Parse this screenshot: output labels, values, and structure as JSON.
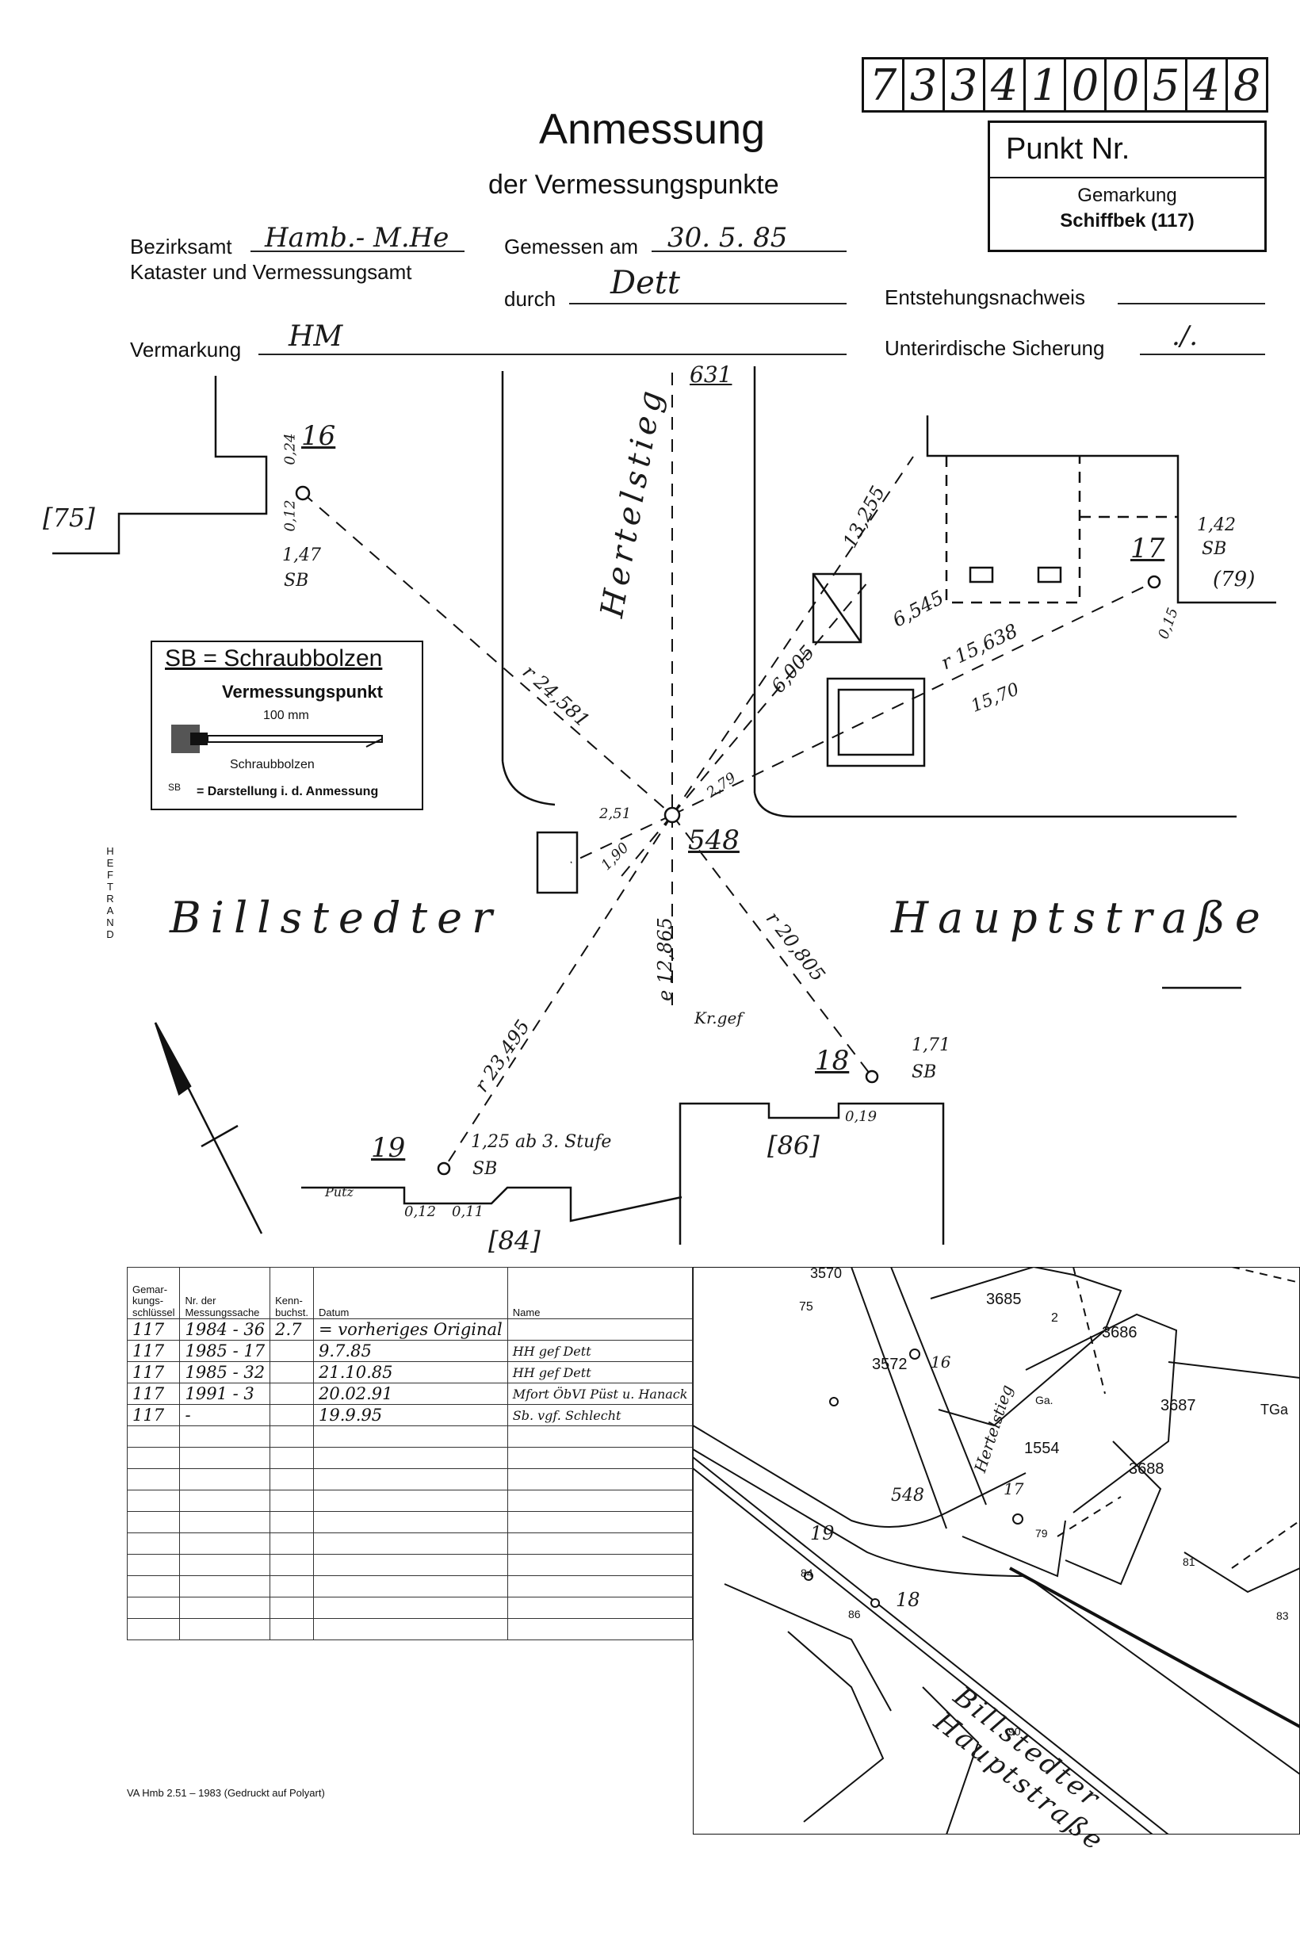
{
  "point_number_digits": [
    "7",
    "3",
    "3",
    "4",
    "1",
    "0",
    "0",
    "5",
    "4",
    "8"
  ],
  "header": {
    "title": "Anmessung",
    "subtitle": "der Vermessungspunkte",
    "punkt_nr_label": "Punkt Nr.",
    "gemarkung_label": "Gemarkung",
    "gemarkung_value": "Schiffbek (117)"
  },
  "form": {
    "bezirksamt_label": "Bezirksamt",
    "bezirksamt_value": "Hamb.- M.He",
    "kataster_label": "Kataster und Vermessungsamt",
    "gemessen_label": "Gemessen am",
    "gemessen_value": "30. 5. 85",
    "durch_label": "durch",
    "durch_value": "Dett",
    "entstehung_label": "Entstehungsnachweis",
    "vermarkung_label": "Vermarkung",
    "vermarkung_value": "HM",
    "unterirdisch_label": "Unterirdische Sicherung",
    "unterirdisch_value": "./."
  },
  "legend": {
    "title": "SB = Schraubbolzen",
    "subtitle": "Vermessungspunkt",
    "size": "100 mm",
    "bolt_label": "Schraubbolzen",
    "note": "= Darstellung i. d. Anmessung",
    "sb_mark": "SB"
  },
  "sketch": {
    "street1": "Billstedter",
    "street2": "Hauptstraße",
    "side_street": "Hertelstieg",
    "heftrand": "HEFTRAND",
    "labels": {
      "p16": "16",
      "p17": "17",
      "p18": "18",
      "p19": "19",
      "p548": "548",
      "b75": "[75]",
      "b79": "(79)",
      "b84": "[84]",
      "b86": "[86]",
      "b631": "631",
      "m_024": "0,24",
      "m_012a": "0,12",
      "m_147": "1,47",
      "sb16": "SB",
      "m_142": "1,42",
      "sb17": "SB",
      "m_015": "0,15",
      "m_13255": "13,255",
      "m_6545": "6,545",
      "m_6005": "6,005",
      "m_15638": "r 15,638",
      "m_1570": "15,70",
      "m_24581": "r 24,581",
      "m_251": "2,51",
      "m_190": "1,90",
      "m_279": "2,79",
      "m_12865": "e 12,865",
      "m_20805": "r 20,805",
      "m_23495": "r 23,495",
      "krgef": "Kr.gef",
      "m_171": "1,71",
      "sb18": "SB",
      "m_019": "0,19",
      "m_125": "1,25 ab 3. Stufe",
      "sb19": "SB",
      "m_012b": "0,12",
      "m_011": "0,11",
      "putz": "Putz"
    }
  },
  "history_table": {
    "headers": [
      "Gemar-\nkungs-\nschlüssel",
      "Nr. der\nMessungssache",
      "Kenn-\nbuchst.",
      "Datum",
      "Name"
    ],
    "rows": [
      [
        "117",
        "1984 - 36",
        "2.7",
        "= vorheriges Original",
        ""
      ],
      [
        "117",
        "1985 - 17",
        "",
        "9.7.85",
        "HH gef Dett"
      ],
      [
        "117",
        "1985 - 32",
        "",
        "21.10.85",
        "HH gef Dett"
      ],
      [
        "117",
        "1991 - 3",
        "",
        "20.02.91",
        "Mfort ÖbVI Püst u. Hanack"
      ],
      [
        "117",
        "-",
        "",
        "19.9.95",
        "Sb. vgf. Schlecht"
      ],
      [
        "",
        "",
        "",
        "",
        ""
      ],
      [
        "",
        "",
        "",
        "",
        ""
      ],
      [
        "",
        "",
        "",
        "",
        ""
      ],
      [
        "",
        "",
        "",
        "",
        ""
      ],
      [
        "",
        "",
        "",
        "",
        ""
      ],
      [
        "",
        "",
        "",
        "",
        ""
      ],
      [
        "",
        "",
        "",
        "",
        ""
      ],
      [
        "",
        "",
        "",
        "",
        ""
      ],
      [
        "",
        "",
        "",
        "",
        ""
      ],
      [
        "",
        "",
        "",
        "",
        ""
      ]
    ],
    "footer": "VA Hmb 2.51 – 1983 (Gedruckt auf Polyart)"
  },
  "map": {
    "labels": {
      "n3570": "3570",
      "n75": "75",
      "n3685": "3685",
      "n2": "2",
      "n3686": "3686",
      "n3572": "3572",
      "n16": "16",
      "n3687": "3687",
      "tga": "TGa",
      "ga": "Ga.",
      "n1554": "1554",
      "n3688": "3688",
      "n548": "548",
      "n17": "17",
      "n79": "79",
      "n19": "19",
      "n18": "18",
      "n84": "84",
      "n86": "86",
      "n81": "81",
      "n83": "83",
      "n90": "90",
      "street": "Billstedter Hauptstraße",
      "side": "Hertelstieg"
    }
  }
}
